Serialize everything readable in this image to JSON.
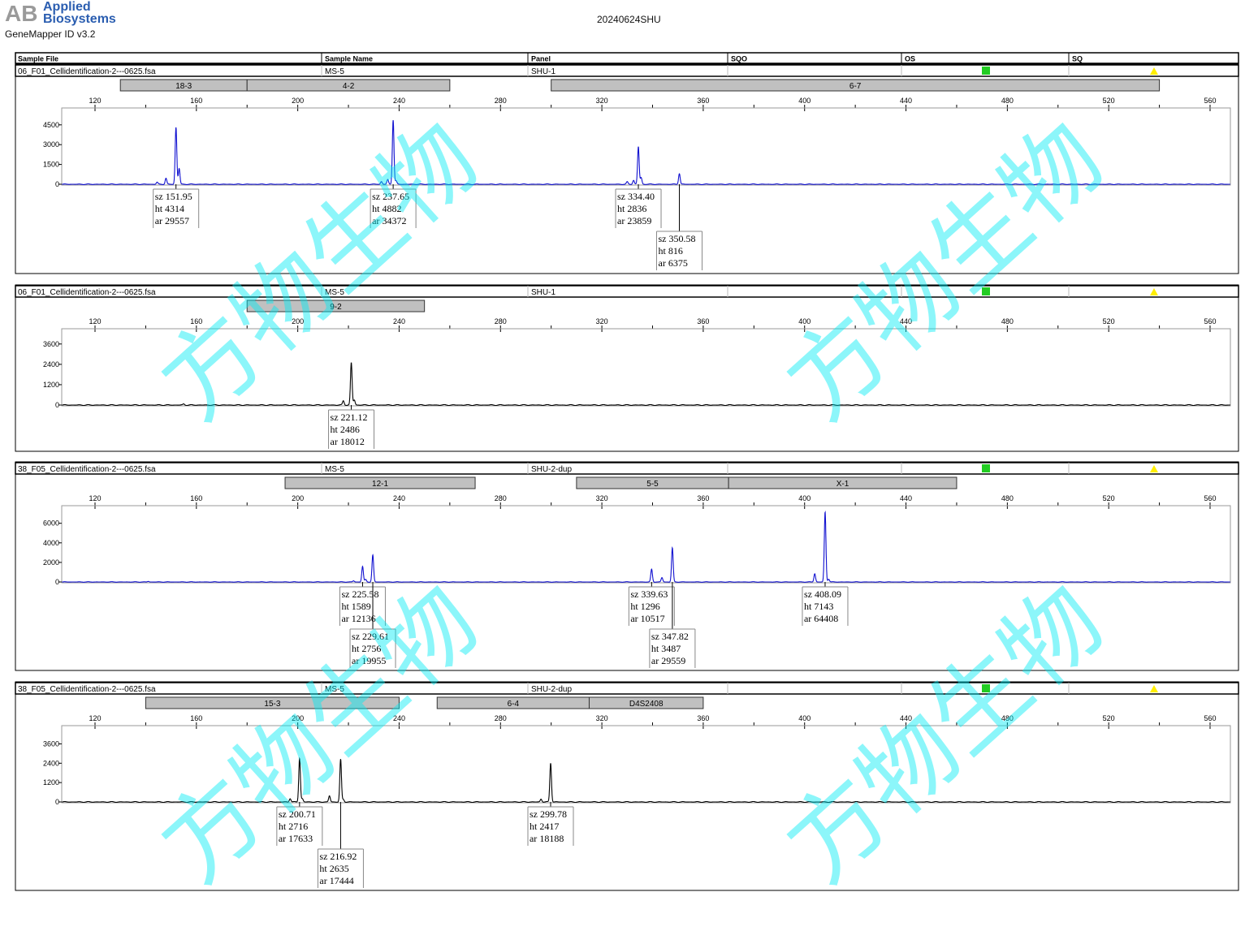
{
  "header": {
    "logo": "AB",
    "brand_line1": "Applied",
    "brand_line2": "Biosystems",
    "software": "GeneMapper ID v3.2",
    "run": "20240624SHU"
  },
  "table_headers": [
    "Sample File",
    "Sample Name",
    "Panel",
    "SQO",
    "OS",
    "SQ"
  ],
  "peak_label_prefixes": {
    "size": "sz",
    "height": "ht",
    "area": "ar"
  },
  "watermark": "方物生物",
  "status_colors": {
    "os": "#22cc22",
    "sq": "#ffee00"
  },
  "chart_data": [
    {
      "type": "line",
      "sample_file": "06_F01_Cellidentification-2---0625.fsa",
      "sample_name": "MS-5",
      "panel": "SHU-1",
      "color": "#1010d0",
      "xlim": [
        107,
        568
      ],
      "x_ticks": [
        120,
        160,
        200,
        240,
        280,
        320,
        360,
        400,
        440,
        480,
        520,
        560
      ],
      "ylim": [
        0,
        5780
      ],
      "y_ticks": [
        0,
        1500,
        3000,
        4500
      ],
      "bins": [
        {
          "label": "18-3",
          "start": 130,
          "end": 180
        },
        {
          "label": "4-2",
          "start": 180,
          "end": 260
        },
        {
          "label": "6-7",
          "start": 300,
          "end": 540
        }
      ],
      "peaks": [
        {
          "size": "151.95",
          "height": "4314",
          "area": "29557"
        },
        {
          "size": "237.65",
          "height": "4882",
          "area": "34372"
        },
        {
          "size": "334.40",
          "height": "2836",
          "area": "23859"
        },
        {
          "size": "350.58",
          "height": "816",
          "area": "6375"
        }
      ],
      "minor_peaks": [
        {
          "size": 144.5,
          "height": 150
        },
        {
          "size": 148,
          "height": 450
        },
        {
          "size": 153.2,
          "height": 1200
        },
        {
          "size": 233,
          "height": 200
        },
        {
          "size": 235.5,
          "height": 350
        },
        {
          "size": 238.8,
          "height": 250
        },
        {
          "size": 330,
          "height": 180
        },
        {
          "size": 332.5,
          "height": 300
        },
        {
          "size": 335.5,
          "height": 500
        }
      ]
    },
    {
      "type": "line",
      "sample_file": "06_F01_Cellidentification-2---0625.fsa",
      "sample_name": "MS-5",
      "panel": "SHU-1",
      "color": "#000000",
      "xlim": [
        107,
        568
      ],
      "x_ticks": [
        120,
        160,
        200,
        240,
        280,
        320,
        360,
        400,
        440,
        480,
        520,
        560
      ],
      "ylim": [
        0,
        4500
      ],
      "y_ticks": [
        0,
        1200,
        2400,
        3600
      ],
      "bins": [
        {
          "label": "9-2",
          "start": 180,
          "end": 250
        }
      ],
      "peaks": [
        {
          "size": "221.12",
          "height": "2486",
          "area": "18012"
        }
      ],
      "minor_peaks": [
        {
          "size": 218,
          "height": 250
        },
        {
          "size": 222.3,
          "height": 300
        },
        {
          "size": 155,
          "height": 60
        }
      ]
    },
    {
      "type": "line",
      "sample_file": "38_F05_Cellidentification-2---0625.fsa",
      "sample_name": "MS-5",
      "panel": "SHU-2-dup",
      "color": "#1010d0",
      "xlim": [
        107,
        568
      ],
      "x_ticks": [
        120,
        160,
        200,
        240,
        280,
        320,
        360,
        400,
        440,
        480,
        520,
        560
      ],
      "ylim": [
        0,
        7800
      ],
      "y_ticks": [
        0,
        2000,
        4000,
        6000
      ],
      "bins": [
        {
          "label": "12-1",
          "start": 195,
          "end": 270
        },
        {
          "label": "5-5",
          "start": 310,
          "end": 370
        },
        {
          "label": "X-1",
          "start": 370,
          "end": 460
        }
      ],
      "peaks": [
        {
          "size": "225.58",
          "height": "1589",
          "area": "12136"
        },
        {
          "size": "229.61",
          "height": "2756",
          "area": "19955"
        },
        {
          "size": "339.63",
          "height": "1296",
          "area": "10517"
        },
        {
          "size": "347.82",
          "height": "3487",
          "area": "29559"
        },
        {
          "size": "408.09",
          "height": "7143",
          "area": "64408"
        }
      ],
      "minor_peaks": [
        {
          "size": 222,
          "height": 120
        },
        {
          "size": 226.8,
          "height": 250
        },
        {
          "size": 343.7,
          "height": 450
        },
        {
          "size": 404,
          "height": 850
        },
        {
          "size": 409.5,
          "height": 300
        },
        {
          "size": 141,
          "height": 60
        }
      ]
    },
    {
      "type": "line",
      "sample_file": "38_F05_Cellidentification-2---0625.fsa",
      "sample_name": "MS-5",
      "panel": "SHU-2-dup",
      "color": "#000000",
      "xlim": [
        107,
        568
      ],
      "x_ticks": [
        120,
        160,
        200,
        240,
        280,
        320,
        360,
        400,
        440,
        480,
        520,
        560
      ],
      "ylim": [
        0,
        4730
      ],
      "y_ticks": [
        0,
        1200,
        2400,
        3600
      ],
      "bins": [
        {
          "label": "15-3",
          "start": 140,
          "end": 240
        },
        {
          "label": "6-4",
          "start": 255,
          "end": 315
        },
        {
          "label": "D4S2408",
          "start": 315,
          "end": 360
        }
      ],
      "peaks": [
        {
          "size": "200.71",
          "height": "2716",
          "area": "17633"
        },
        {
          "size": "216.92",
          "height": "2635",
          "area": "17444"
        },
        {
          "size": "299.78",
          "height": "2417",
          "area": "18188"
        }
      ],
      "minor_peaks": [
        {
          "size": 197,
          "height": 220
        },
        {
          "size": 212.5,
          "height": 380
        },
        {
          "size": 201.8,
          "height": 200
        },
        {
          "size": 296,
          "height": 180
        },
        {
          "size": 218,
          "height": 150
        }
      ]
    }
  ]
}
